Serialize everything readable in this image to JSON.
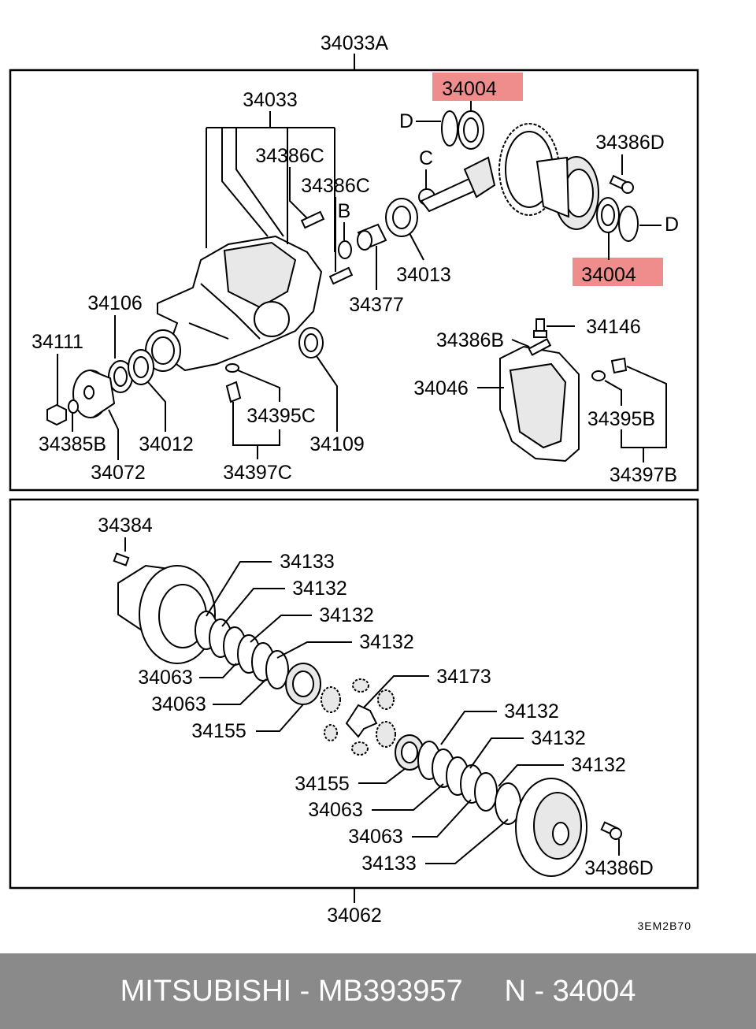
{
  "diagram": {
    "labels": {
      "assembly_top": "34033A",
      "p34033": "34033",
      "p34386C_a": "34386C",
      "p34386C_b": "34386C",
      "b_mark": "B",
      "c_mark": "C",
      "d_mark_left": "D",
      "d_mark_right": "D",
      "p34004_top": "34004",
      "p34004_bottom": "34004",
      "p34386D_top": "34386D",
      "p34013": "34013",
      "p34377": "34377",
      "p34106": "34106",
      "p34111": "34111",
      "p34385B": "34385B",
      "p34072": "34072",
      "p34012": "34012",
      "p34395C": "34395C",
      "p34397C": "34397C",
      "p34109": "34109",
      "p34146": "34146",
      "p34386B": "34386B",
      "p34046": "34046",
      "p34395B": "34395B",
      "p34397B": "34397B",
      "p34384": "34384",
      "p34133_top": "34133",
      "p34132_1": "34132",
      "p34132_2": "34132",
      "p34132_3": "34132",
      "p34063_1": "34063",
      "p34063_2": "34063",
      "p34155_1": "34155",
      "p34173": "34173",
      "p34132_4": "34132",
      "p34132_5": "34132",
      "p34132_6": "34132",
      "p34155_2": "34155",
      "p34063_3": "34063",
      "p34063_4": "34063",
      "p34133_bottom": "34133",
      "p34386D_bottom": "34386D",
      "assembly_bottom": "34062",
      "drawing_code": "3EM2B70"
    },
    "highlight_color": "#ef8c8c"
  },
  "footer": {
    "text": "MITSUBISHI - MB393957     N - 34004",
    "background": "#8a8a8a"
  }
}
